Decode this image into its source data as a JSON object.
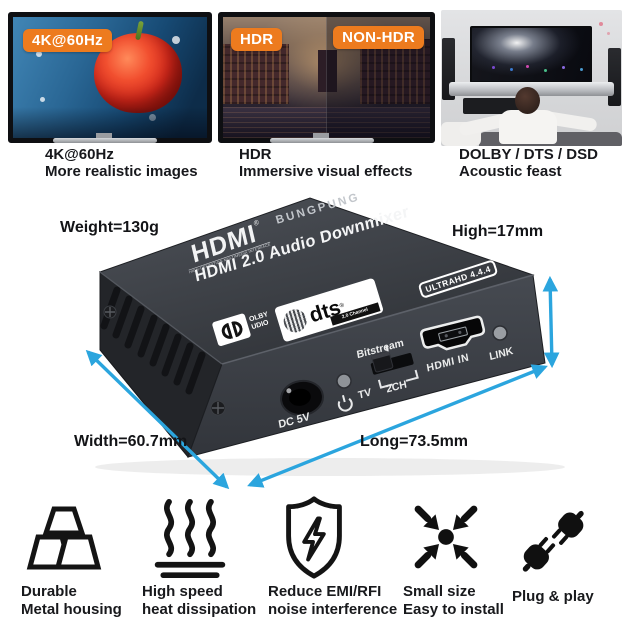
{
  "features": [
    {
      "badge": "4K@60Hz",
      "title": "4K@60Hz",
      "subtitle": "More realistic images"
    },
    {
      "badge_left": "HDR",
      "badge_right": "NON-HDR",
      "title": "HDR",
      "subtitle": "Immersive visual effects"
    },
    {
      "title": "DOLBY / DTS / DSD",
      "subtitle": "Acoustic feast"
    }
  ],
  "device": {
    "brand": "BUNGPUNG",
    "model": "HDMI 2.0 Audio Downmixer",
    "hdmi_logo": "HDMI",
    "hdmi_logo_reg": "®",
    "hdmi_logo_sub": "HIGH-DEFINITION MULTIMEDIA INTERFACE",
    "ultra_hd_badge": "ULTRAHD 4.4.4",
    "dolby_text_top": "OLBY",
    "dolby_text_bottom": "UDIO",
    "dts_text": "dts",
    "dts_reg": "®",
    "dts_sub": "2.0 Channel",
    "labels": {
      "weight": "Weight=130g",
      "height": "High=17mm",
      "width": "Width=60.7mm",
      "length": "Long=73.5mm"
    },
    "front": {
      "power": "DC 5V",
      "switch_top": "Bitstream",
      "switch_left": "TV",
      "switch_right": "2CH",
      "input": "HDMI IN",
      "link": "LINK"
    }
  },
  "benefits": [
    {
      "icon": "gold-ingots",
      "line1": "Durable",
      "line2": "Metal housing"
    },
    {
      "icon": "heat-waves",
      "line1": "High speed",
      "line2": "heat dissipation"
    },
    {
      "icon": "shield-lightning",
      "line1": "Reduce EMI/RFI",
      "line2": "noise interference"
    },
    {
      "icon": "arrows-inward",
      "line1": "Small size",
      "line2": "Easy to install"
    },
    {
      "icon": "power-plug",
      "line1": "Plug & play",
      "line2": ""
    }
  ],
  "colors": {
    "badge_orange": "#ED7B1E",
    "arrow_cyan": "#2BA5DE",
    "caption_dark": "#17181c"
  }
}
